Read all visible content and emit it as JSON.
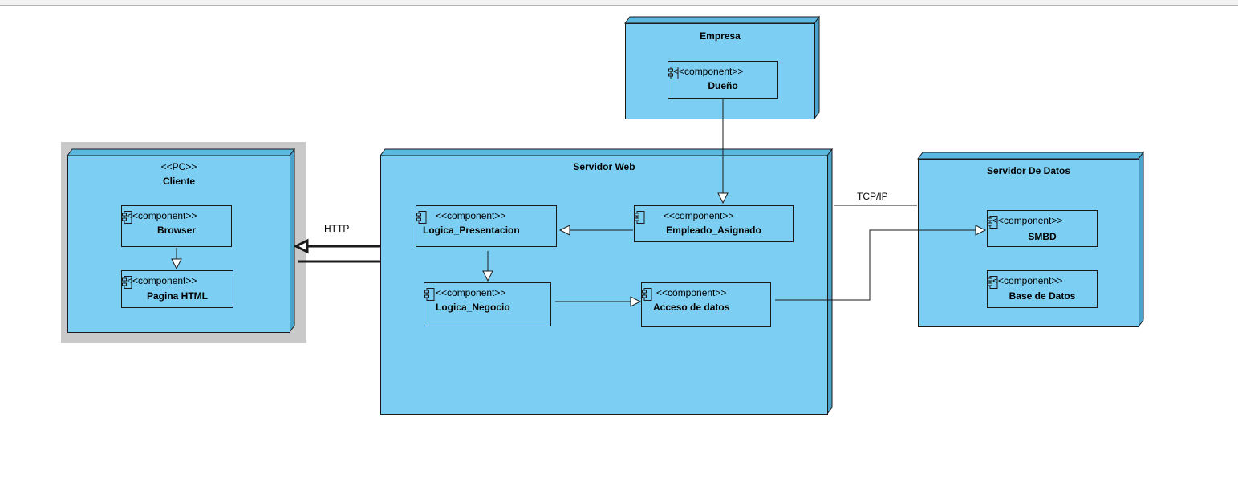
{
  "nodes": {
    "cliente": {
      "stereotype": "<<PC>>",
      "title": "Cliente"
    },
    "empresa": {
      "title": "Empresa"
    },
    "servidor_web": {
      "title": "Servidor Web"
    },
    "servidor_datos": {
      "title": "Servidor De Datos"
    }
  },
  "components": {
    "browser": {
      "stereotype": "<<component>>",
      "name": "Browser"
    },
    "pagina_html": {
      "stereotype": "<<component>>",
      "name": "Pagina HTML"
    },
    "dueno": {
      "stereotype": "<<component>>",
      "name": "Dueño"
    },
    "logica_presentacion": {
      "stereotype": "<<component>>",
      "name": "Logica_Presentacion"
    },
    "empleado_asignado": {
      "stereotype": "<<component>>",
      "name": "Empleado_Asignado"
    },
    "logica_negocio": {
      "stereotype": "<<component>>",
      "name": "Logica_Negocio"
    },
    "acceso_datos": {
      "stereotype": "<<component>>",
      "name": "Acceso de datos"
    },
    "smbd": {
      "stereotype": "<<component>>",
      "name": "SMBD"
    },
    "base_datos": {
      "stereotype": "<<component>>",
      "name": "Base de Datos"
    }
  },
  "connections": {
    "http_label": "HTTP",
    "tcpip_label": "TCP/IP"
  },
  "colors": {
    "node_fill": "#7ccff2",
    "node_top": "#5bb8e0",
    "node_side": "#4aa3cc",
    "line": "#1a1a1a",
    "selection": "#c9c9c9"
  }
}
